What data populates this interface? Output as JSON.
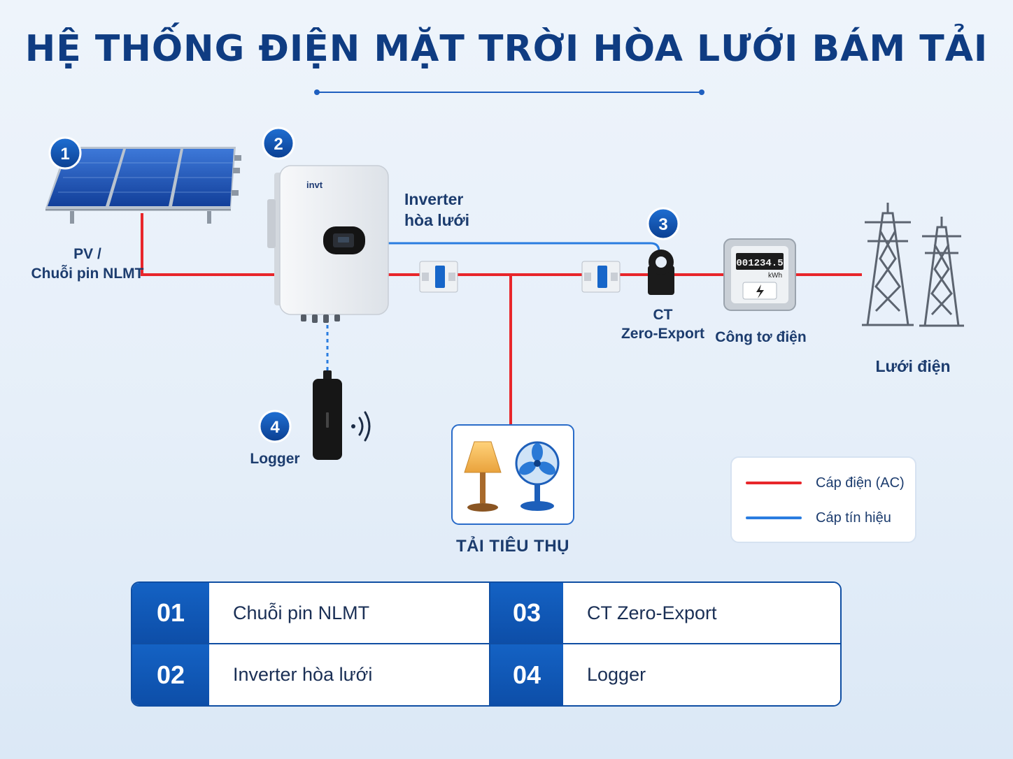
{
  "title": "HỆ THỐNG ĐIỆN MẶT TRỜI HÒA LƯỚI BÁM TẢI",
  "badges": [
    "1",
    "2",
    "3",
    "4"
  ],
  "labels": {
    "pv_line1": "PV /",
    "pv_line2": "Chuỗi pin NLMT",
    "inverter_line1": "Inverter",
    "inverter_line2": "hòa lưới",
    "inverter_brand": "invt",
    "ct_line1": "CT",
    "ct_line2": "Zero-Export",
    "meter": "Công tơ điện",
    "meter_reading": "001234.5",
    "meter_unit": "kWh",
    "grid": "Lưới điện",
    "logger": "Logger",
    "load": "TẢI TIÊU THỤ"
  },
  "legend": {
    "ac_label": "Cáp điện (AC)",
    "signal_label": "Cáp tín hiệu",
    "ac_color": "#e8262b",
    "signal_color": "#2a7de0"
  },
  "table": [
    {
      "num": "01",
      "text": "Chuỗi pin NLMT"
    },
    {
      "num": "03",
      "text": "CT Zero-Export"
    },
    {
      "num": "02",
      "text": "Inverter hòa lưới"
    },
    {
      "num": "04",
      "text": "Logger"
    }
  ],
  "colors": {
    "primary": "#0f3c82",
    "badge": "#1358b8",
    "ac_cable": "#e8262b",
    "signal_cable": "#2a7de0"
  }
}
